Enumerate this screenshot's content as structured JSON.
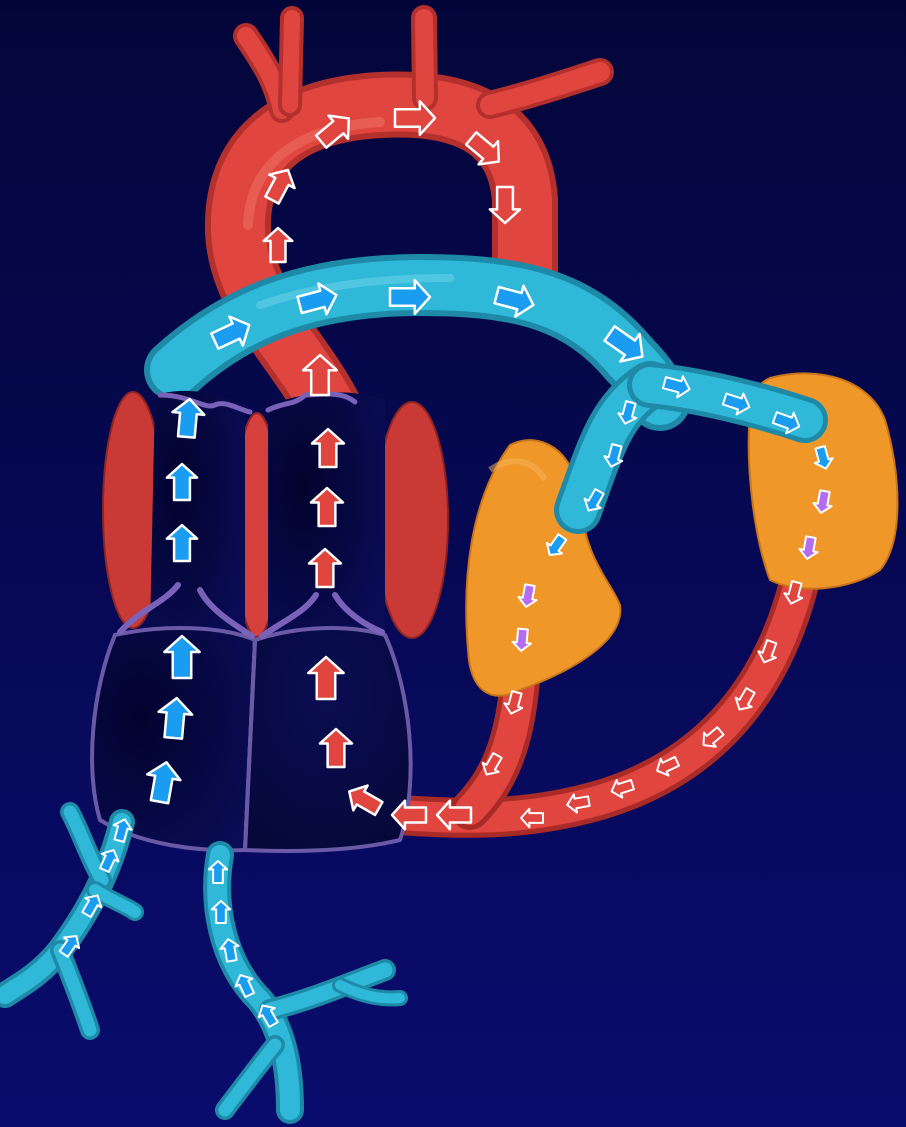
{
  "diagram": {
    "colors": {
      "background_top": "#03053a",
      "background_bottom": "#0a0c6e",
      "oxygenated": "#e0453f",
      "deoxygenated": "#2fb8d8",
      "lung": "#f0972a",
      "mixed_arrow": "#b46cf0",
      "chamber_fill": "#03043f",
      "valve": "#7a62b8"
    },
    "arrow_kinds": [
      "oxygenated-flow-arrow",
      "deoxygenated-flow-arrow",
      "mixed-flow-arrow"
    ]
  }
}
